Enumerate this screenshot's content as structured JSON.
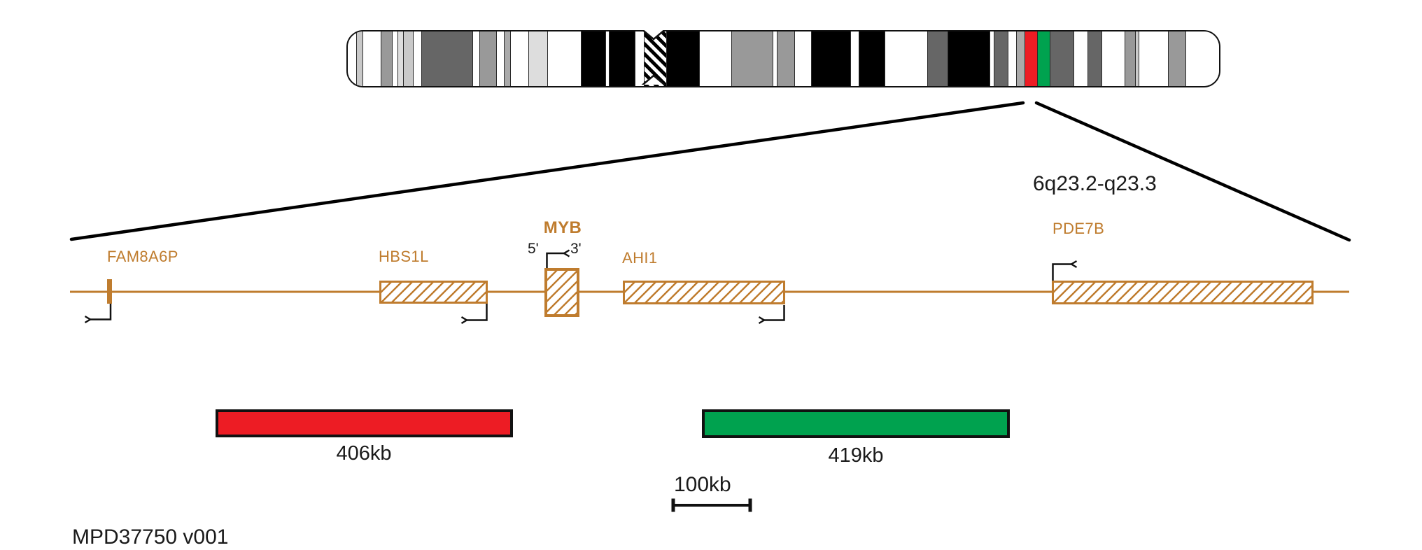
{
  "region_label": "6q23.2-q23.3",
  "footer_id": "MPD37750 v001",
  "colors": {
    "gene_track_orange": "#bf7c2e",
    "probe_red": "#ed1c24",
    "probe_green": "#00a24f",
    "line_black": "#111111"
  },
  "ideogram": {
    "chromosome_highlight_bands": [
      "#ed1c24",
      "#00a24f"
    ],
    "bands": [
      {
        "w": 12,
        "c": "#ffffff"
      },
      {
        "w": 9,
        "c": "#c9c9c9"
      },
      {
        "w": 26,
        "c": "#ffffff"
      },
      {
        "w": 16,
        "c": "#999999"
      },
      {
        "w": 8,
        "c": "#ffffff"
      },
      {
        "w": 8,
        "c": "#dddddd"
      },
      {
        "w": 14,
        "c": "#c9c9c9"
      },
      {
        "w": 12,
        "c": "#ffffff"
      },
      {
        "w": 73,
        "c": "#666666"
      },
      {
        "w": 10,
        "c": "#ffffff"
      },
      {
        "w": 24,
        "c": "#999999"
      },
      {
        "w": 11,
        "c": "#ffffff"
      },
      {
        "w": 9,
        "c": "#aaaaaa"
      },
      {
        "w": 26,
        "c": "#ffffff"
      },
      {
        "w": 27,
        "c": "#dddddd"
      },
      {
        "w": 48,
        "c": "#ffffff"
      },
      {
        "w": 35,
        "c": "#000000"
      },
      {
        "w": 5,
        "c": "#ffffff"
      },
      {
        "w": 37,
        "c": "#000000"
      },
      {
        "w": 13,
        "c": "#ffffff"
      },
      {
        "w": 32,
        "c": "centromere"
      },
      {
        "w": 47,
        "c": "#000000"
      },
      {
        "w": 46,
        "c": "#ffffff"
      },
      {
        "w": 59,
        "c": "#999999"
      },
      {
        "w": 6,
        "c": "#ffffff"
      },
      {
        "w": 25,
        "c": "#999999"
      },
      {
        "w": 24,
        "c": "#ffffff"
      },
      {
        "w": 56,
        "c": "#000000"
      },
      {
        "w": 12,
        "c": "#ffffff"
      },
      {
        "w": 37,
        "c": "#000000"
      },
      {
        "w": 61,
        "c": "#ffffff"
      },
      {
        "w": 29,
        "c": "#666666"
      },
      {
        "w": 60,
        "c": "#000000"
      },
      {
        "w": 6,
        "c": "#ffffff"
      },
      {
        "w": 20,
        "c": "#666666"
      },
      {
        "w": 12,
        "c": "#ffffff"
      },
      {
        "w": 12,
        "c": "#aaaaaa"
      },
      {
        "w": 18,
        "c": "#ed1c24"
      },
      {
        "w": 18,
        "c": "#00a24f"
      },
      {
        "w": 34,
        "c": "#666666"
      },
      {
        "w": 20,
        "c": "#ffffff"
      },
      {
        "w": 20,
        "c": "#666666"
      },
      {
        "w": 33,
        "c": "#ffffff"
      },
      {
        "w": 15,
        "c": "#999999"
      },
      {
        "w": 5,
        "c": "#cccccc"
      },
      {
        "w": 42,
        "c": "#ffffff"
      },
      {
        "w": 25,
        "c": "#999999"
      },
      {
        "w": 48,
        "c": "#ffffff"
      }
    ]
  },
  "genes": [
    {
      "label": "FAM8A6P",
      "strand": "reverse"
    },
    {
      "label": "HBS1L",
      "strand": "reverse"
    },
    {
      "label": "MYB",
      "strand": "forward",
      "five_prime_label": "5'",
      "three_prime_label": "3'"
    },
    {
      "label": "AHI1",
      "strand": "reverse"
    },
    {
      "label": "PDE7B",
      "strand": "forward"
    }
  ],
  "probes": [
    {
      "label": "406kb",
      "color": "#ed1c24"
    },
    {
      "label": "419kb",
      "color": "#00a24f"
    }
  ],
  "scale_bar": {
    "label": "100kb"
  }
}
